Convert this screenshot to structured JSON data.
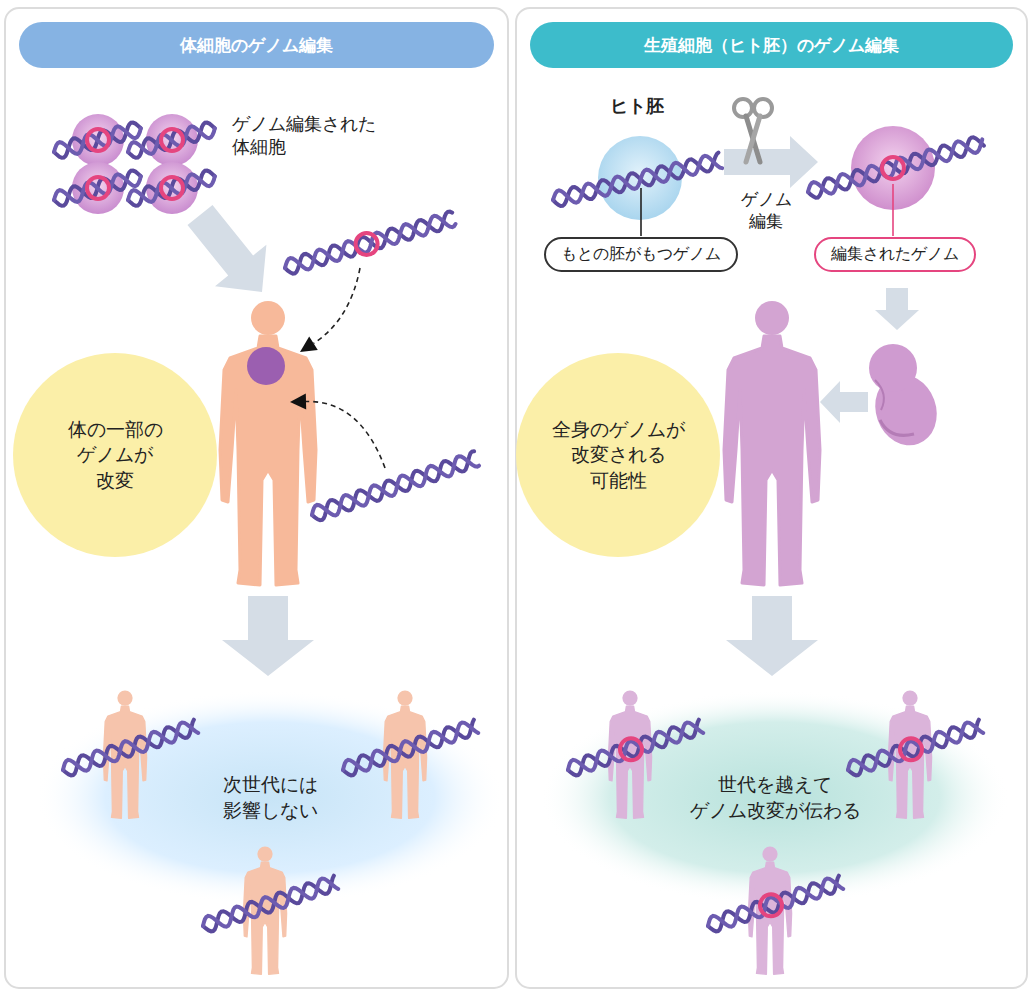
{
  "diagram": {
    "nodes": [
      {
        "text": [
          "体細胞のゲノム編集"
        ]
      },
      {
        "text": [
          "体の一部の ゲノムが 改変"
        ],
        "in": 0
      },
      {
        "text": [
          "次世代には 影響しない"
        ],
        "in": 0
      },
      {
        "text": [
          "生殖細胞（ヒト胚）のゲノム編集"
        ]
      },
      {
        "text": [
          "もとの胚がもつゲノム"
        ],
        "in": 3
      },
      {
        "text": [
          "編集されたゲノム"
        ],
        "in": 3
      },
      {
        "text": [
          "全身のゲノムが 改変される 可能性"
        ],
        "in": 3
      },
      {
        "text": [
          "世代を越えて ゲノム改変が伝わる"
        ],
        "in": 3
      }
    ],
    "labels": [
      "ゲノム編集された 体細胞",
      "ヒト胚",
      "ゲノム 編集"
    ]
  }
}
